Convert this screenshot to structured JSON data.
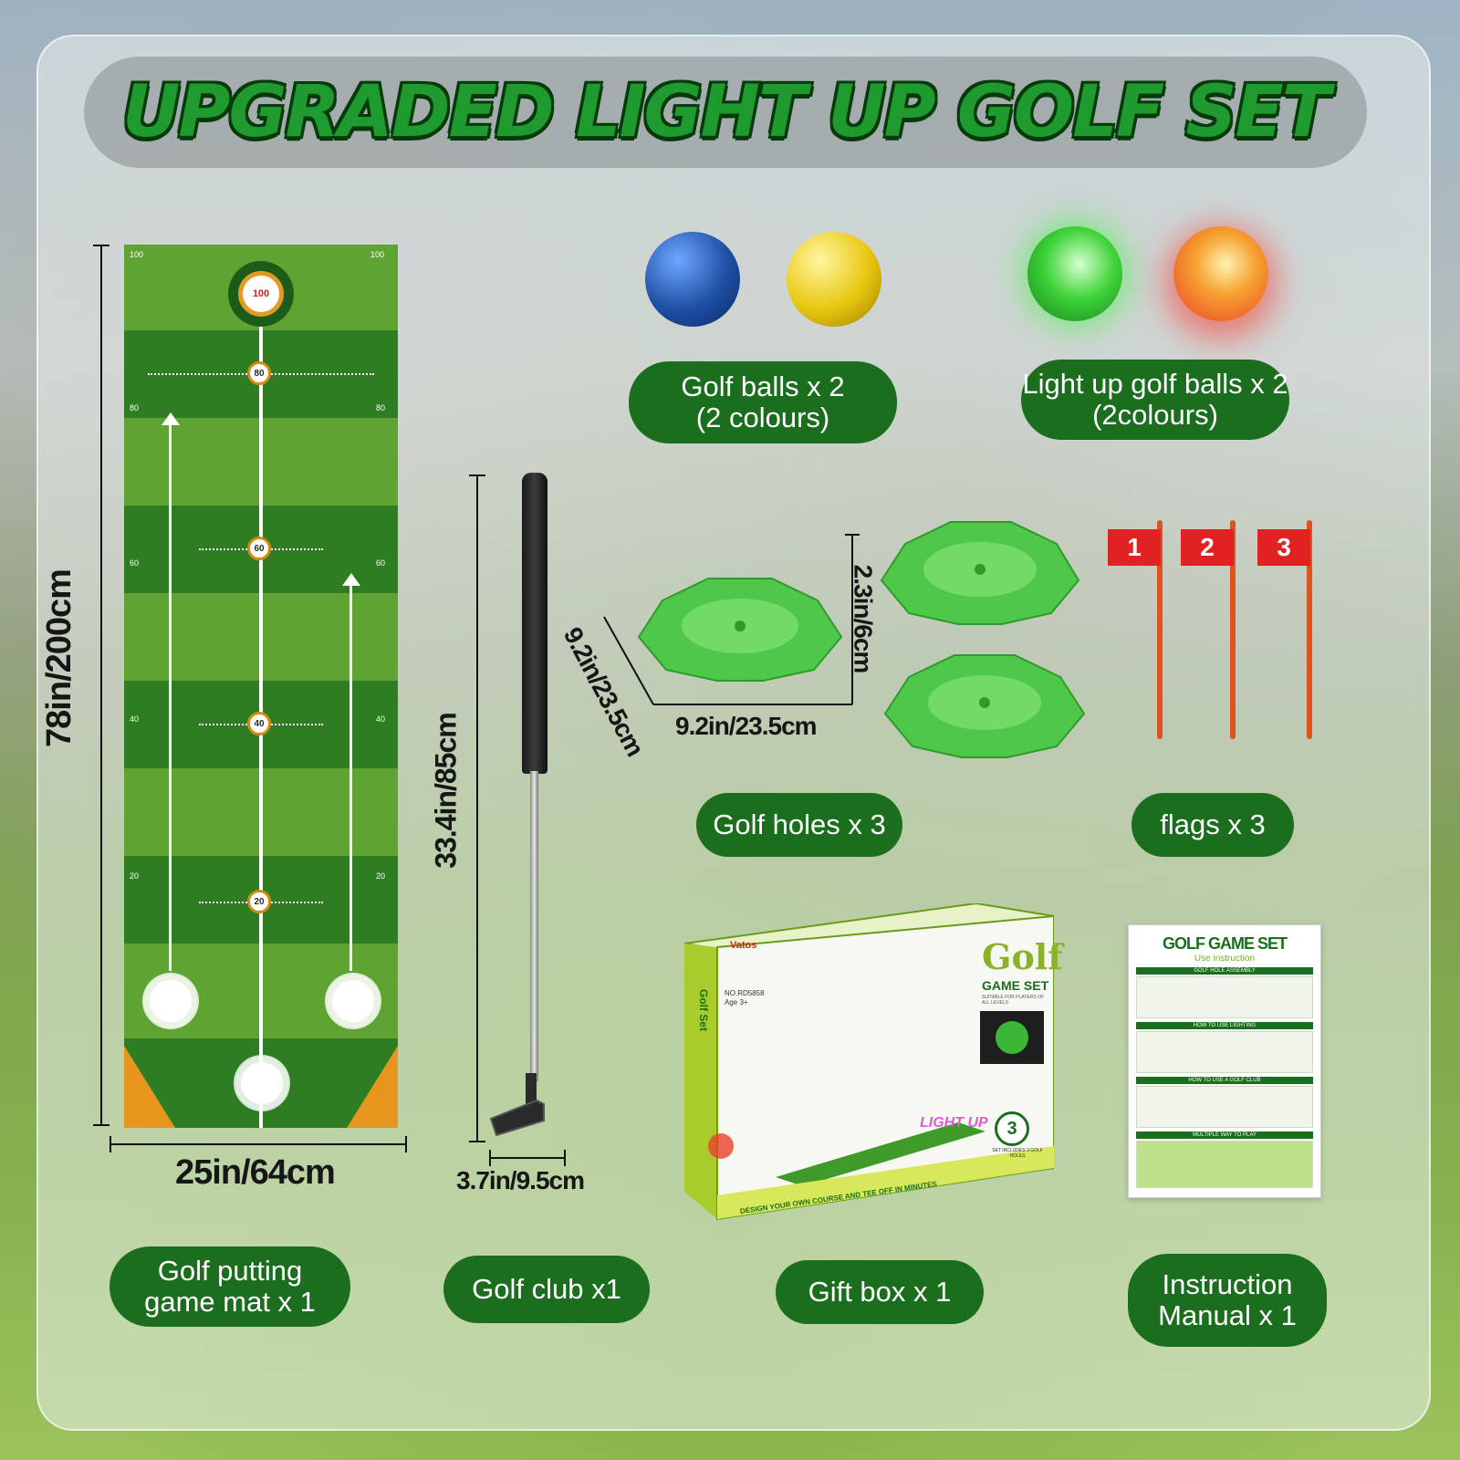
{
  "title": "UPGRADED LIGHT UP GOLF SET",
  "mat": {
    "height_label": "78in/200cm",
    "width_label": "25in/64cm",
    "top_target": "100",
    "targets": [
      "80",
      "60",
      "40",
      "20"
    ],
    "side_marks": [
      "100",
      "80",
      "60",
      "40",
      "20"
    ],
    "caption_line1": "Golf putting",
    "caption_line2": "game mat x 1"
  },
  "club": {
    "length_label": "33.4in/85cm",
    "head_label": "3.7in/9.5cm",
    "caption": "Golf club x1"
  },
  "balls": {
    "caption_line1": "Golf balls x 2",
    "caption_line2": "(2 colours)",
    "colors": [
      "#1d4fa3",
      "#e8c60e"
    ]
  },
  "light_balls": {
    "caption_line1": "Light up golf balls x 2",
    "caption_line2": "(2colours)",
    "colors": [
      "#3fd33a",
      "#f06a2a"
    ]
  },
  "holes": {
    "depth_label": "9.2in/23.5cm",
    "width_label": "9.2in/23.5cm",
    "height_label": "2.3in/6cm",
    "caption": "Golf holes x 3"
  },
  "flags": {
    "numbers": [
      "1",
      "2",
      "3"
    ],
    "caption": "flags x 3"
  },
  "giftbox": {
    "brand": "Vatos",
    "model": "NO.RD5858",
    "age": "Age 3+",
    "title": "Golf",
    "subtitle": "GAME SET",
    "tagline": "SUITABLE FOR PLAYERS OF ALL LEVELS",
    "light_up": "LIGHT UP",
    "holes_badge": "3",
    "holes_badge_text": "SET INCLUDES 3 GOLF HOLES",
    "footer": "DESIGN YOUR OWN COURSE AND TEE OFF IN MINUTES",
    "side_title": "Golf Set",
    "caption": "Gift box x 1"
  },
  "manual": {
    "title": "GOLF GAME SET",
    "subtitle": "Use instruction",
    "sections": [
      "GOLF HOLE ASSEMBLY",
      "HOW TO USE LIGHTING",
      "HOW TO USE A GOLF CLUB",
      "MULTIPLE WAY TO PLAY"
    ],
    "caption_line1": "Instruction",
    "caption_line2": "Manual x 1"
  },
  "colors": {
    "pill_green": "#1a6e1e",
    "title_green": "#1e9a2e",
    "flag_red": "#e02222"
  }
}
